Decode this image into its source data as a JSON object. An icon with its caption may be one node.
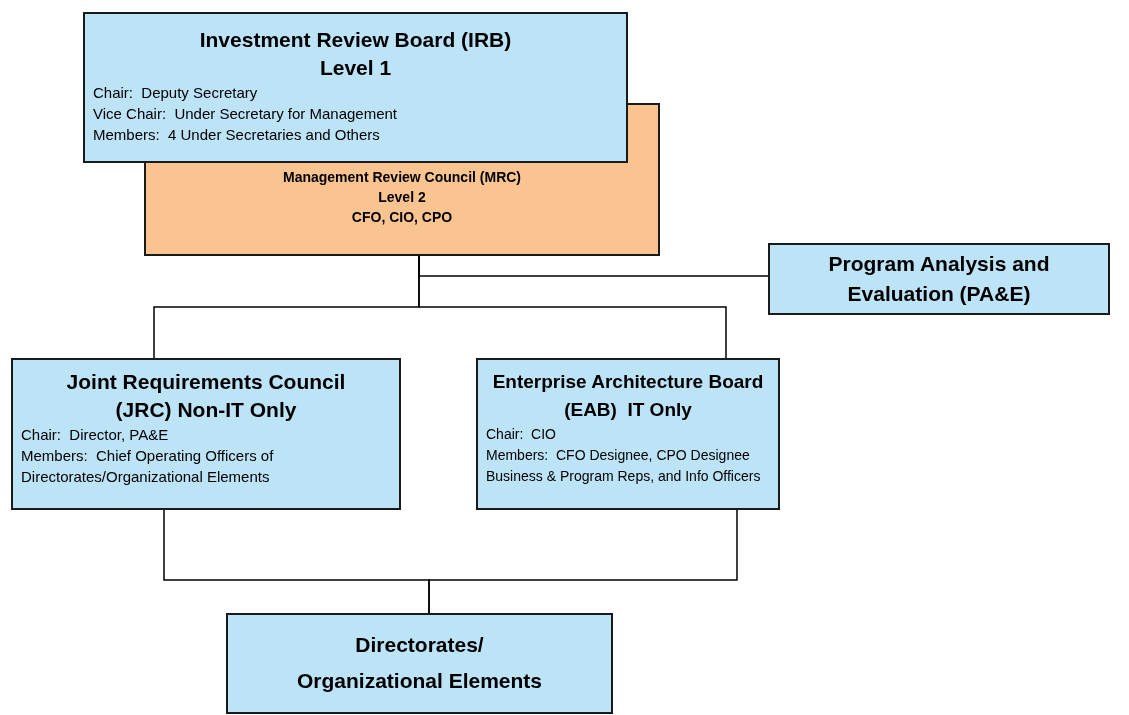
{
  "diagram": {
    "nodes": [
      {
        "text": [
          "Investment Review Board (IRB)",
          "Level 1",
          "Chair:  Deputy Secretary",
          "Vice Chair:  Under Secretary for Management",
          "Members:  4 Under Secretaries and Others"
        ]
      },
      {
        "text": [
          "Management Review Council (MRC)",
          "Level 2",
          "CFO, CIO, CPO"
        ]
      },
      {
        "text": [
          "Program Analysis and",
          "Evaluation (PA&E)"
        ]
      },
      {
        "text": [
          "Joint Requirements Council",
          "(JRC) Non-IT Only",
          "Chair:  Director, PA&E",
          "Members:  Chief Operating Officers of",
          "Directorates/Organizational Elements"
        ]
      },
      {
        "text": [
          "Enterprise Architecture Board",
          "(EAB)  IT Only",
          "Chair:  CIO",
          "Members:  CFO Designee, CPO Designee",
          "Business & Program Reps, and Info Officers"
        ]
      },
      {
        "text": [
          "Directorates/",
          "Organizational Elements"
        ]
      }
    ],
    "edges": [
      {
        "from": 1,
        "to": 2,
        "arrow": "none"
      },
      {
        "from": 1,
        "to": 3,
        "arrow": "none"
      },
      {
        "from": 1,
        "to": 4,
        "arrow": "none"
      },
      {
        "from": 3,
        "to": 5,
        "arrow": "none"
      },
      {
        "from": 4,
        "to": 5,
        "arrow": "none"
      }
    ]
  }
}
